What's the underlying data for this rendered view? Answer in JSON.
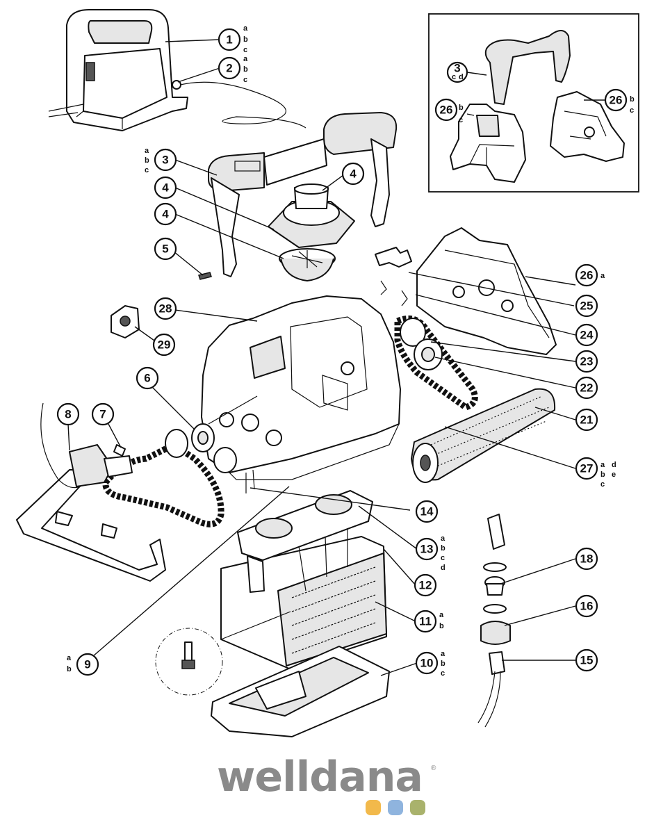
{
  "callouts": [
    {
      "id": "1",
      "variants": [
        "a",
        "b",
        "c"
      ]
    },
    {
      "id": "2",
      "variants": [
        "a",
        "b",
        "c"
      ]
    },
    {
      "id": "3",
      "variants": [
        "a",
        "b",
        "c"
      ]
    },
    {
      "id": "4",
      "variants": []
    },
    {
      "id": "4",
      "variants": []
    },
    {
      "id": "4",
      "variants": []
    },
    {
      "id": "5",
      "variants": []
    },
    {
      "id": "6",
      "variants": []
    },
    {
      "id": "7",
      "variants": []
    },
    {
      "id": "8",
      "variants": []
    },
    {
      "id": "9",
      "variants": [
        "a",
        "b"
      ]
    },
    {
      "id": "10",
      "variants": [
        "a",
        "b",
        "c"
      ]
    },
    {
      "id": "11",
      "variants": [
        "a",
        "b"
      ]
    },
    {
      "id": "12",
      "variants": []
    },
    {
      "id": "13",
      "variants": [
        "a",
        "b",
        "c",
        "d"
      ]
    },
    {
      "id": "14",
      "variants": []
    },
    {
      "id": "15",
      "variants": []
    },
    {
      "id": "16",
      "variants": []
    },
    {
      "id": "18",
      "variants": []
    },
    {
      "id": "21",
      "variants": []
    },
    {
      "id": "22",
      "variants": []
    },
    {
      "id": "23",
      "variants": []
    },
    {
      "id": "24",
      "variants": []
    },
    {
      "id": "25",
      "variants": []
    },
    {
      "id": "26",
      "variants": [
        "a"
      ]
    },
    {
      "id": "27",
      "variants": [
        "a",
        "b",
        "c",
        "d",
        "e"
      ]
    },
    {
      "id": "28",
      "variants": []
    },
    {
      "id": "29",
      "variants": []
    },
    {
      "id": "3",
      "variants": [
        "c",
        "d"
      ]
    },
    {
      "id": "26",
      "variants": [
        "b",
        "c"
      ]
    },
    {
      "id": "26",
      "variants": [
        "b",
        "c"
      ]
    }
  ],
  "brand": {
    "name": "welldana",
    "mark": "®",
    "dot_colors": [
      "#f2b94b",
      "#8fb4de",
      "#a9b26c"
    ],
    "text_color": "#8a8a8a"
  }
}
